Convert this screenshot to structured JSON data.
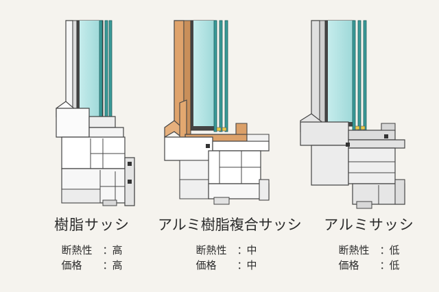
{
  "labels": {
    "insulation": "断熱性",
    "price": "価格",
    "separator": "："
  },
  "products": [
    {
      "name": "樹脂サッシ",
      "insulation": "高",
      "price": "高",
      "frame_color": "#ffffff"
    },
    {
      "name": "アルミ樹脂複合サッシ",
      "insulation": "中",
      "price": "中",
      "frame_color": "#d9a877"
    },
    {
      "name": "アルミサッシ",
      "insulation": "低",
      "price": "低",
      "frame_color": "#e6e6e6"
    }
  ],
  "colors": {
    "background": "#f5f3ee",
    "glass": "#aee3e3",
    "glass_edge": "#3a9a98",
    "spacer": "#e8c84a",
    "outline": "#333333"
  }
}
